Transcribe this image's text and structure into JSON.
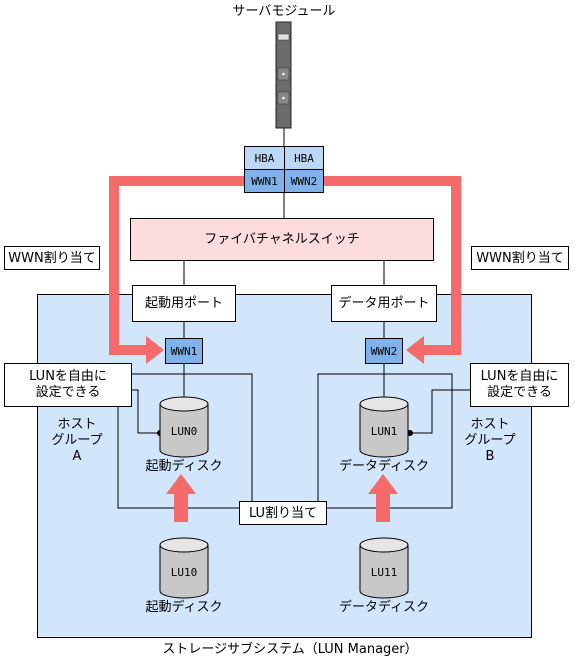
{
  "server": {
    "label": "サーバモジュール"
  },
  "hba": {
    "left_label": "HBA",
    "right_label": "HBA",
    "wwn_left": "WWN1",
    "wwn_right": "WWN2"
  },
  "switch": {
    "label": "ファイバチャネルスイッチ"
  },
  "assign": {
    "left": "WWN割り当て",
    "right": "WWN割り当て"
  },
  "ports": {
    "boot": "起動用ポート",
    "data": "データ用ポート"
  },
  "storage_wwn": {
    "left": "WWN1",
    "right": "WWN2"
  },
  "lun_note": {
    "left": "LUNを自由に\n設定できる",
    "right": "LUNを自由に\n設定できる"
  },
  "host_group": {
    "a": "ホスト\nグループ\nA",
    "b": "ホスト\nグループ\nB"
  },
  "luns": {
    "lun0": {
      "id": "LUN0",
      "label": "起動ディスク"
    },
    "lun1": {
      "id": "LUN1",
      "label": "データディスク"
    }
  },
  "lu_assign": "LU割り当て",
  "lus": {
    "lu10": {
      "id": "LU10",
      "label": "起動ディスク"
    },
    "lu11": {
      "id": "LU11",
      "label": "データディスク"
    }
  },
  "storage_title": "ストレージサブシステム（LUN Manager）",
  "colors": {
    "storage_bg": "#d2e6fb",
    "switch_bg": "#fcdcdc",
    "arrow": "#f56a6a",
    "wwn": "#7fb2ea",
    "hba": "#bcd8f6",
    "disk": "#c8c8c8"
  }
}
